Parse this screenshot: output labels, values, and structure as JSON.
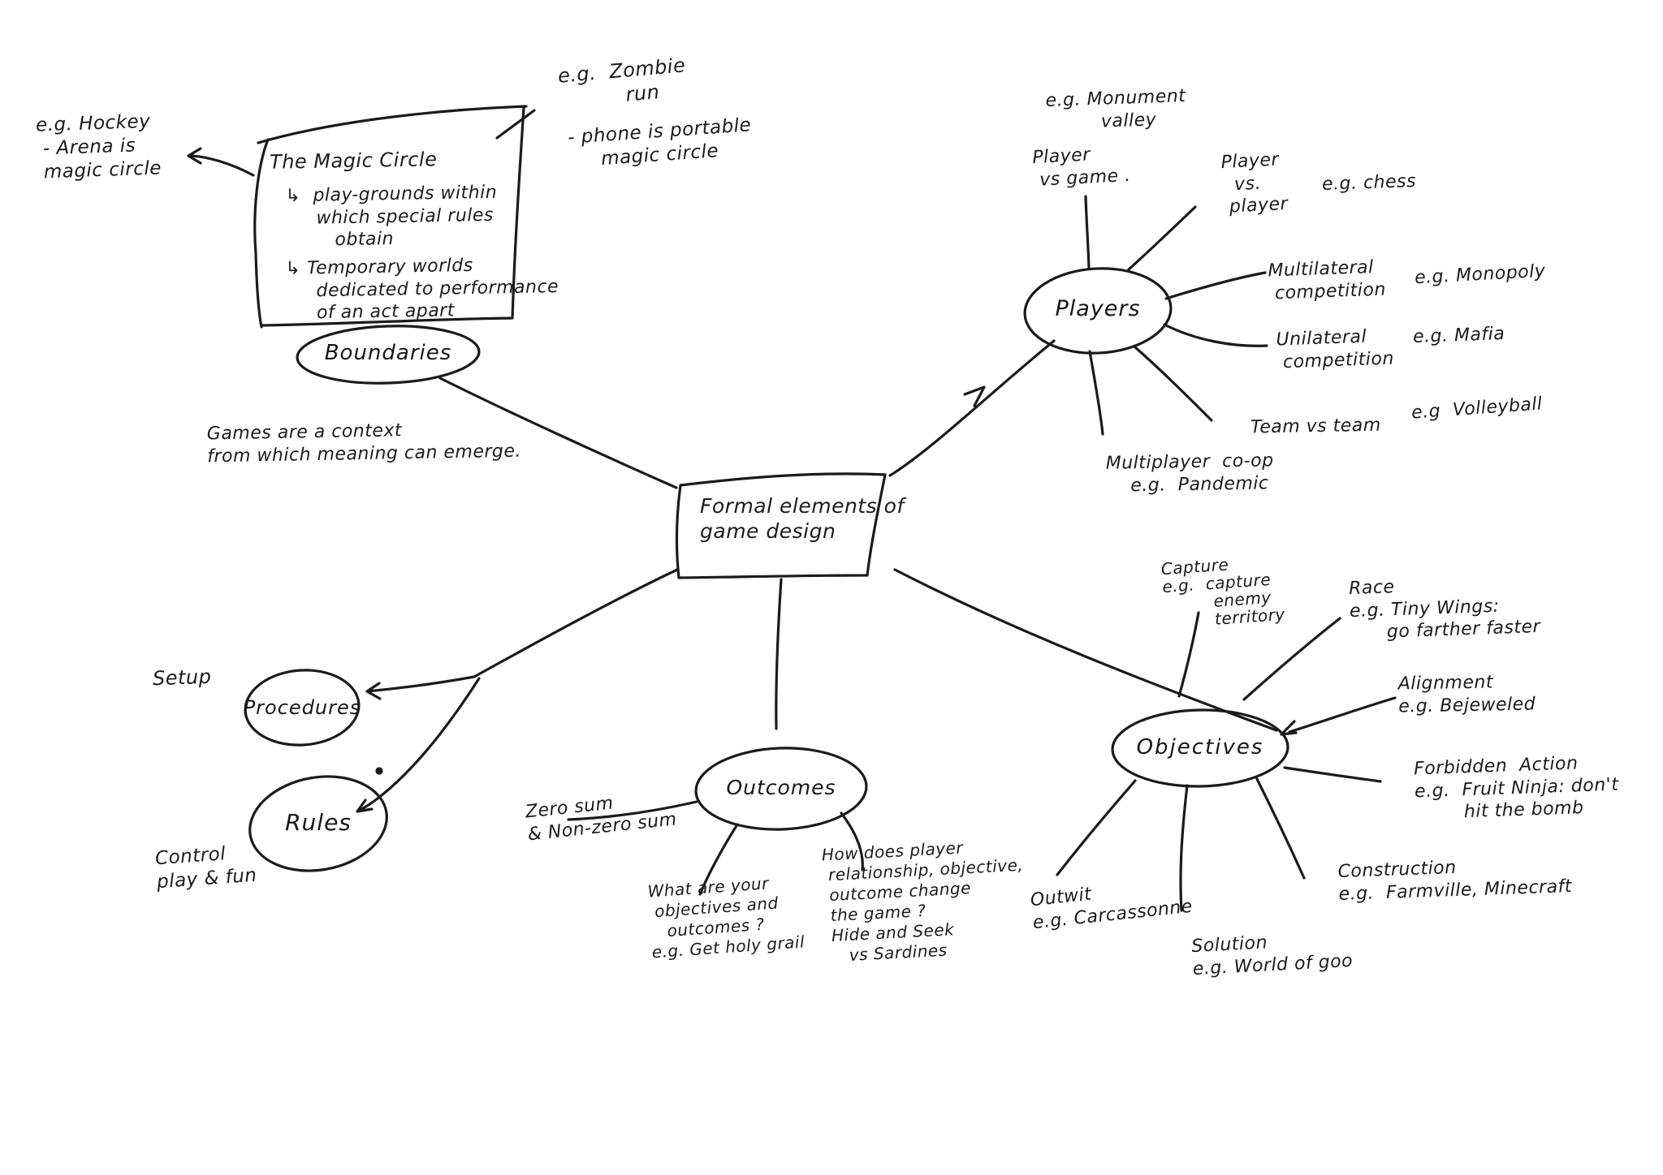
{
  "canvas": {
    "background": "#ffffff",
    "ink": "#1b1b1b"
  },
  "center": {
    "label": "Formal elements of\ngame design"
  },
  "magic_circle": {
    "title": "The Magic Circle",
    "bullet1": "↳  play-grounds within\n     which special rules\n        obtain",
    "bullet2": "↳ Temporary worlds\n     dedicated to performance\n     of an act apart"
  },
  "boundaries": {
    "label": "Boundaries",
    "hockey_note": "e.g. Hockey\n - Arena is\n magic circle",
    "zombie_note": "e.g.  Zombie\n          run",
    "phone_note": "- phone is portable\n     magic circle",
    "context_note": "Games are a context\nfrom which meaning can emerge."
  },
  "players": {
    "label": "Players",
    "monument": "e.g. Monument\n         valley",
    "vs_game": "Player\n vs game .",
    "vs_player": "Player\n  vs.\n player",
    "chess": "e.g. chess",
    "multilateral": "Multilateral\n competition",
    "monopoly": "e.g. Monopoly",
    "unilateral": "Unilateral\n competition",
    "mafia": "e.g. Mafia",
    "team": "Team vs team",
    "volleyball": "e.g  Volleyball",
    "coop": "Multiplayer  co-op\n    e.g.  Pandemic"
  },
  "outcomes": {
    "label": "Outcomes",
    "zero_sum": "Zero sum\n& Non-zero sum",
    "what_note": "What are your\n objectives and\n   outcomes ?\ne.g. Get holy grail",
    "how_note": "How does player\n relationship, objective,\n outcome change\n the game ?\n Hide and Seek\n    vs Sardines"
  },
  "objectives": {
    "label": "Objectives",
    "capture": "Capture\ne.g.  capture\n         enemy\n         territory",
    "race": "Race\ne.g. Tiny Wings:\n      go farther faster",
    "alignment": "Alignment\ne.g. Bejeweled",
    "forbidden": "Forbidden  Action\ne.g.  Fruit Ninja: don't\n        hit the bomb",
    "construction": "Construction\ne.g.  Farmville, Minecraft",
    "solution": "Solution\ne.g. World of goo",
    "outwit": "Outwit\ne.g. Carcassonne"
  },
  "procedures": {
    "label": "Procedures",
    "setup_note": "Setup"
  },
  "rules": {
    "label": "Rules",
    "control_note": "Control\nplay & fun"
  }
}
